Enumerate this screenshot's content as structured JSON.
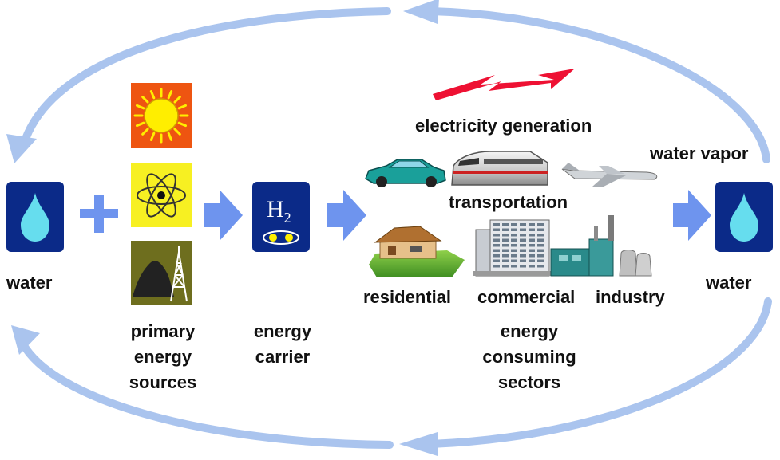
{
  "labels": {
    "water_left": "water",
    "water_right": "water",
    "water_vapor": "water vapor",
    "primary_sources": [
      "primary",
      "energy",
      "sources"
    ],
    "energy_carrier": [
      "energy",
      "carrier"
    ],
    "h2_symbol": "H",
    "h2_subscript": "2",
    "electricity_generation": "electricity generation",
    "transportation": "transportation",
    "residential": "residential",
    "commercial": "commercial",
    "industry": "industry",
    "consuming_sectors": [
      "energy",
      "consuming",
      "sectors"
    ]
  },
  "icons": {
    "solar": "sun-icon",
    "nuclear": "atom-icon",
    "fossil": "coal-oil-derrick-icon",
    "hydrogen": "hydrogen-molecule-icon",
    "water": "water-drop-icon",
    "electricity": "lightning-bolt-icon",
    "car": "car-icon",
    "train": "train-icon",
    "plane": "airplane-icon",
    "house": "house-icon",
    "office": "office-building-icon",
    "factory": "factory-icon"
  },
  "colors": {
    "cycle_arrow": "#aac4ee",
    "flow_arrow": "#6e94ee",
    "water_box": "#0b2a88",
    "drop": "#66ddee",
    "solar_bg": "#ee5511",
    "sun": "#ffee00",
    "nuclear_bg": "#f7f022",
    "fossil_bg": "#6e6e1e",
    "bolt": "#ee1133"
  }
}
